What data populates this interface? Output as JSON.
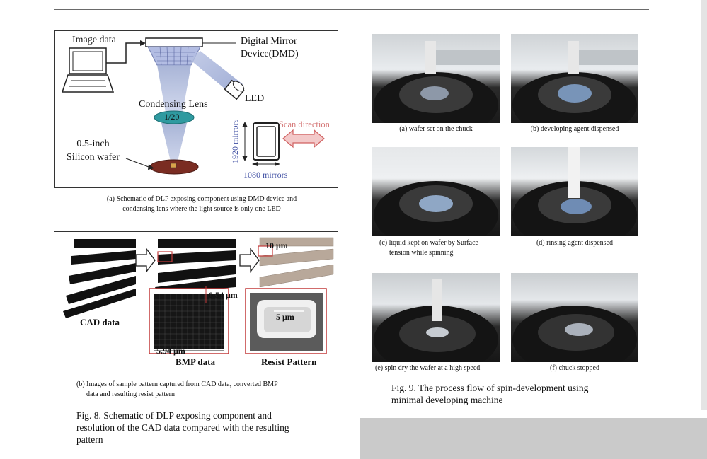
{
  "fig8": {
    "schematic": {
      "image_data": "Image data",
      "dmd_line1": "Digital Mirror",
      "dmd_line2": "Device(DMD)",
      "led": "LED",
      "condensing_lens": "Condensing Lens",
      "ratio": "1/20",
      "wafer_line1": "0.5-inch",
      "wafer_line2": "Silicon wafer",
      "mirrors_vertical": "1920 mirrors",
      "mirrors_horizontal": "1080 mirrors",
      "scan_direction": "Scan direction"
    },
    "caption_a_line1": "(a) Schematic of DLP exposing component using DMD device and",
    "caption_a_line2": "condensing lens where the light source is only one LED",
    "pattern": {
      "cad_data": "CAD data",
      "bmp_data": "BMP data",
      "resist_pattern": "Resist Pattern",
      "dim_10um": "10 μm",
      "dim_054um": "0.54 μm",
      "dim_594um": "5.94 μm",
      "dim_5um": "5 μm"
    },
    "caption_b_line1": "(b) Images of sample pattern captured from CAD data, converted BMP",
    "caption_b_line2": "data and resulting resist pattern",
    "title_line1": "Fig. 8.   Schematic of DLP exposing component and",
    "title_line2": "resolution of the CAD data compared with the resulting",
    "title_line3": "pattern"
  },
  "fig9": {
    "photos": [
      {
        "caption": "(a) wafer set on the chuck"
      },
      {
        "caption": "(b) developing agent dispensed"
      },
      {
        "caption_line1": "(c) liquid kept on wafer by Surface",
        "caption_line2": "tension while spinning"
      },
      {
        "caption": "(d) rinsing agent dispensed"
      },
      {
        "caption": "(e) spin dry the wafer at a high speed"
      },
      {
        "caption": "(f) chuck stopped"
      }
    ],
    "title_line1": "Fig. 9.   The process flow of spin-development using",
    "title_line2": "minimal developing machine"
  }
}
